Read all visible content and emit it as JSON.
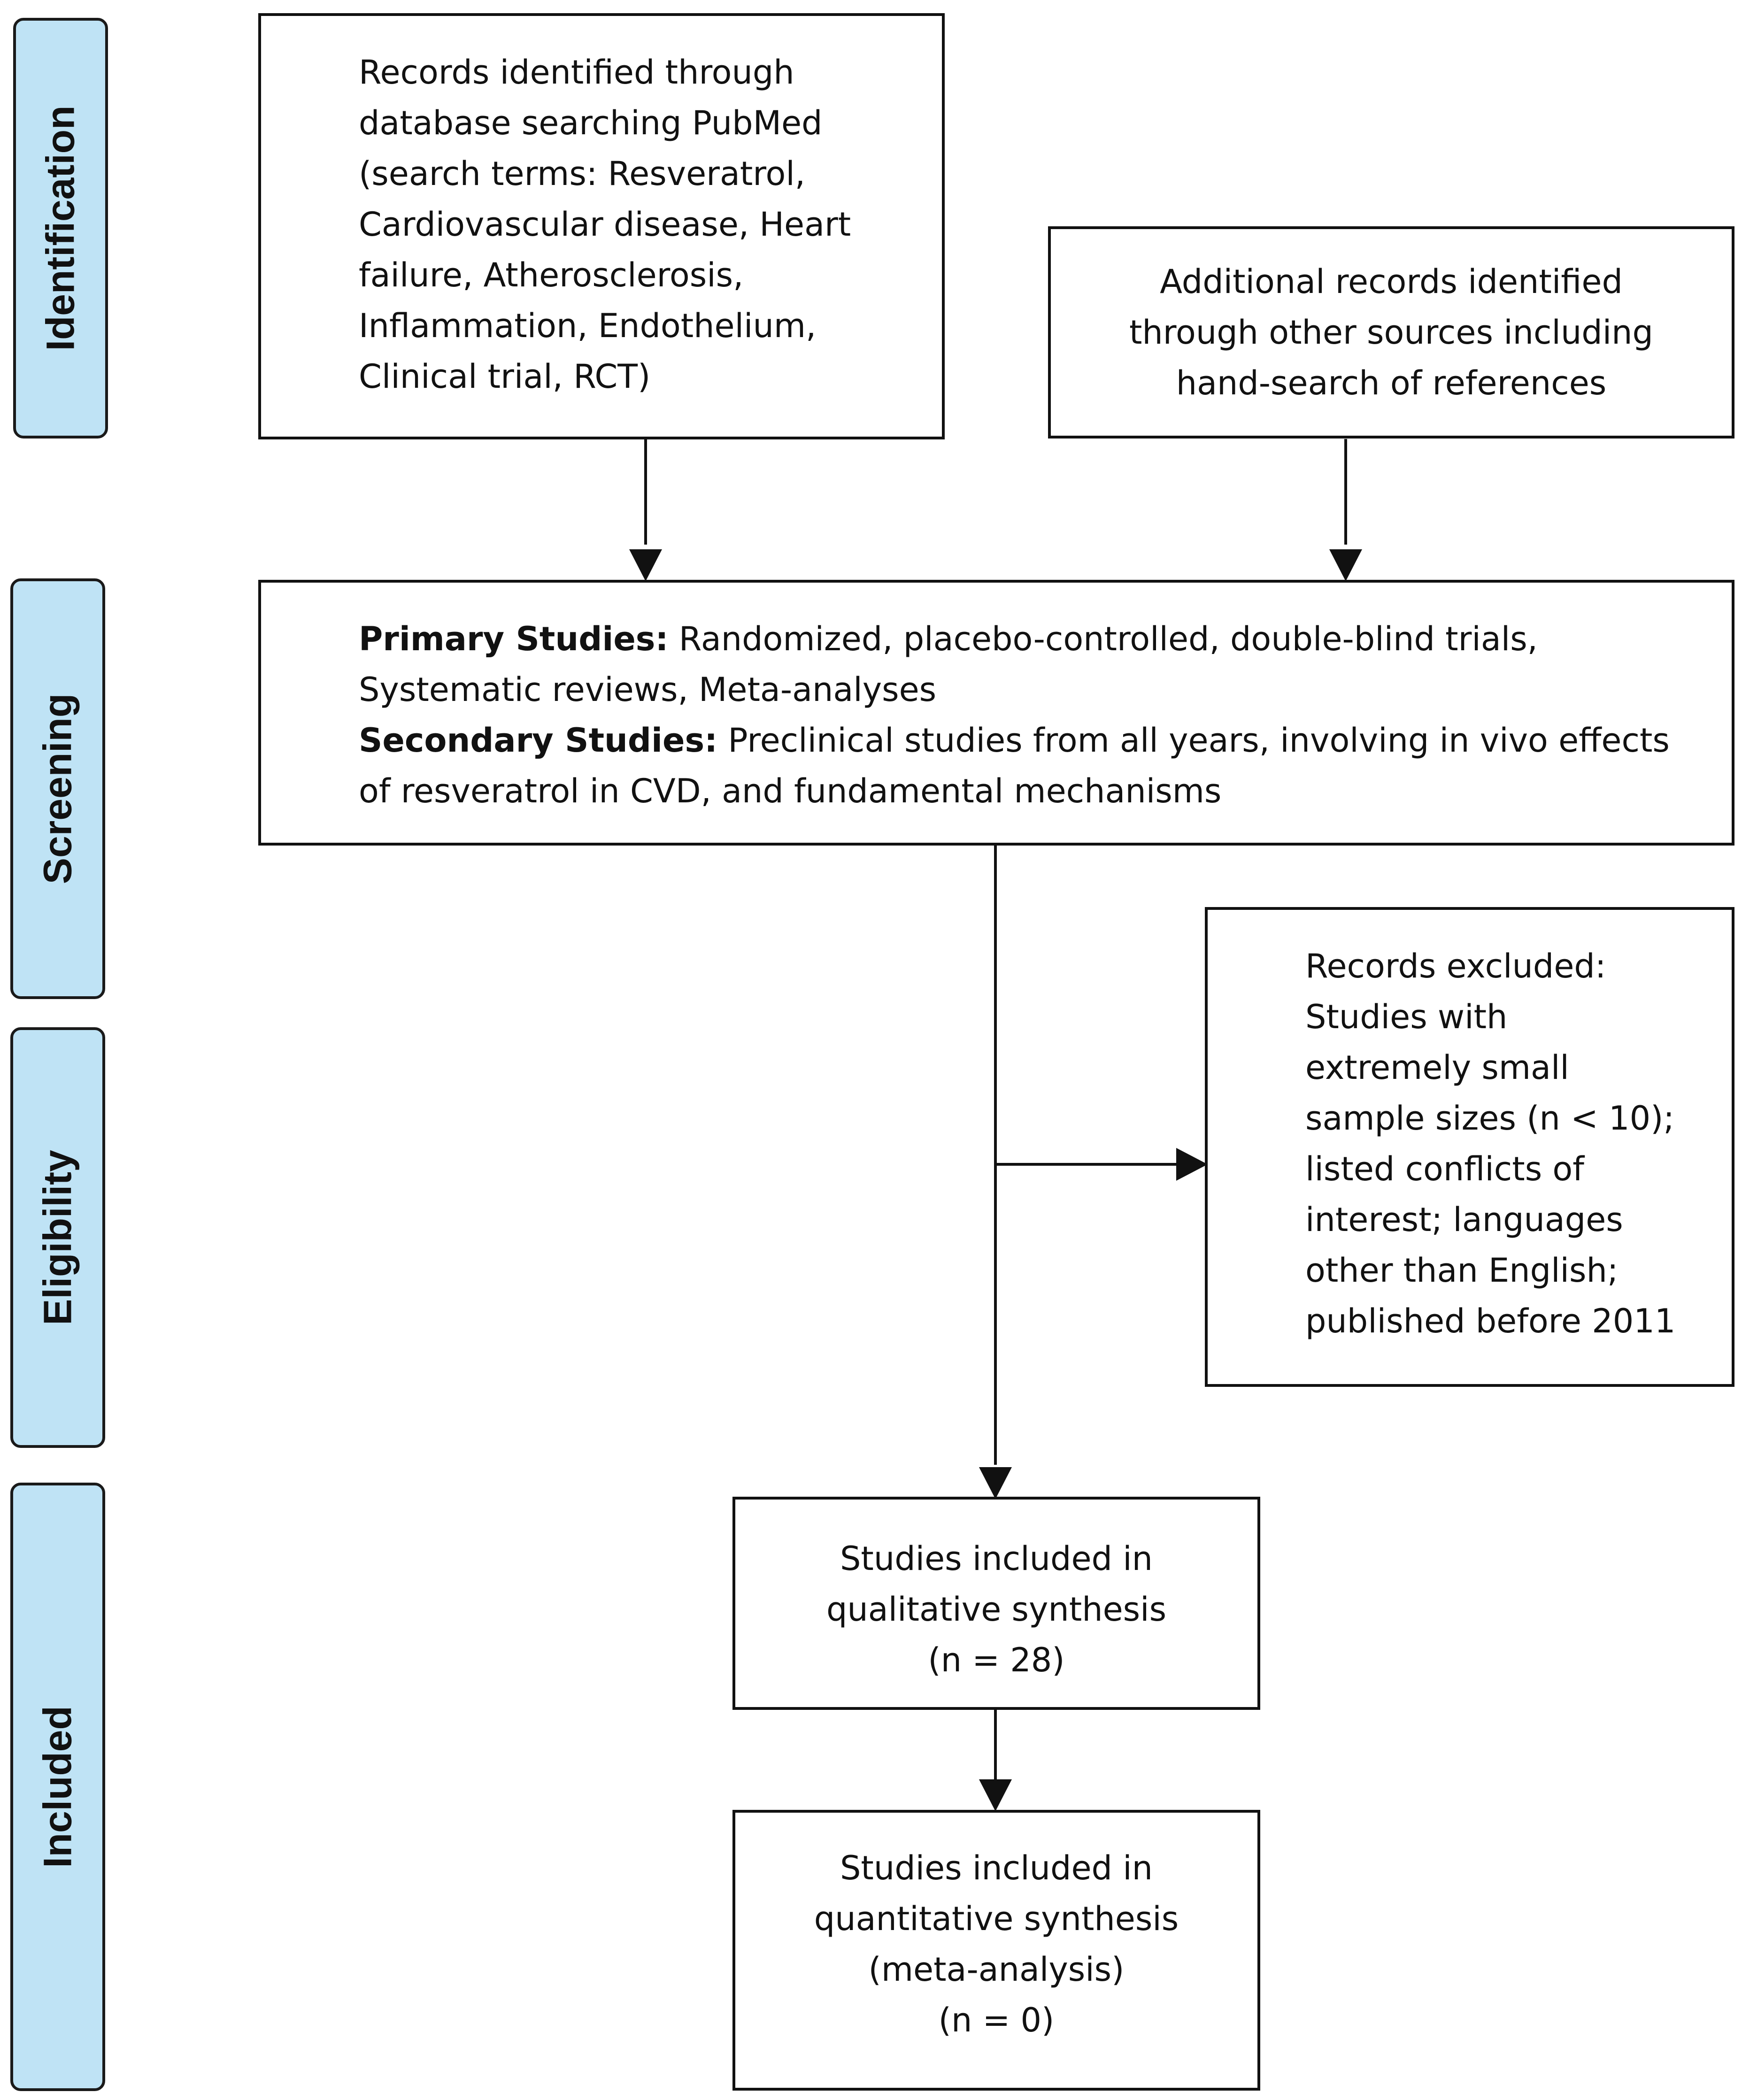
{
  "phases": {
    "identification": "Identification",
    "screening": "Screening",
    "eligibility": "Eligibility",
    "included": "Included"
  },
  "boxes": {
    "database_search": {
      "lines": [
        "Records identified through",
        "database searching PubMed",
        "(search terms: Resveratrol,",
        "Cardiovascular disease, Heart",
        "failure, Atherosclerosis,",
        "Inflammation, Endothelium,",
        "Clinical trial, RCT)"
      ]
    },
    "other_sources": {
      "lines": [
        "Additional records identified",
        "through other sources including",
        "hand-search of references"
      ]
    },
    "screening": {
      "primary_label": "Primary Studies:",
      "primary_line1": " Randomized, placebo-controlled, double-blind trials,",
      "primary_line2": "Systematic reviews, Meta-analyses",
      "secondary_label": "Secondary Studies:",
      "secondary_line1": " Preclinical studies from all years, involving in vivo effects",
      "secondary_line2": "of resveratrol in CVD, and fundamental mechanisms"
    },
    "excluded": {
      "lines": [
        "Records excluded:",
        "Studies with",
        "extremely small",
        "sample sizes (n < 10);",
        "listed conflicts of",
        "interest; languages",
        "other than English;",
        "published before 2011"
      ]
    },
    "qualitative": {
      "lines": [
        "Studies included in",
        "qualitative synthesis",
        "(n = 28)"
      ]
    },
    "quantitative": {
      "lines": [
        "Studies included in",
        "quantitative synthesis",
        "(meta-analysis)",
        "(n = 0)"
      ]
    }
  }
}
